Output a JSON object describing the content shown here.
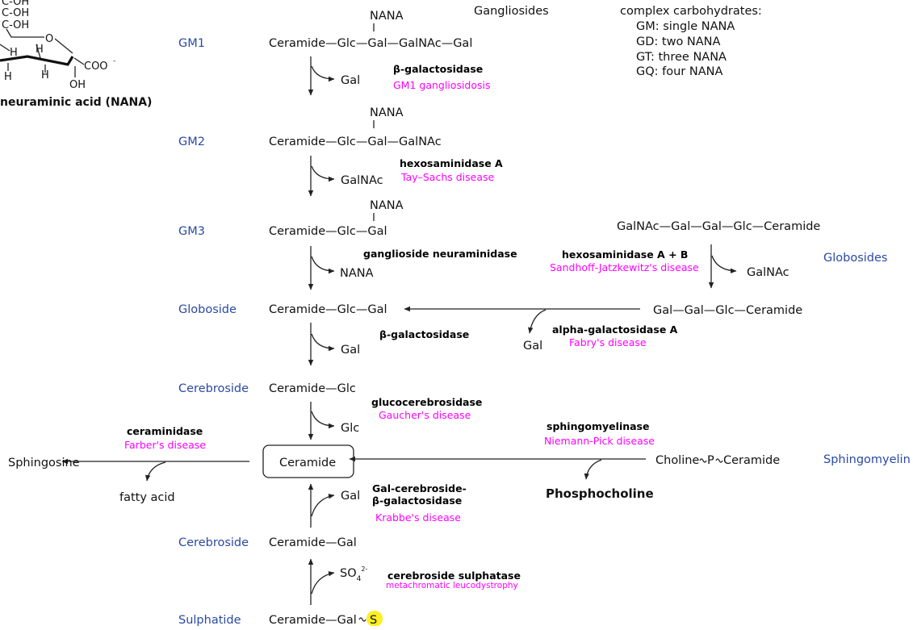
{
  "headers": {
    "gangliosides": "Gangliosides",
    "complex_title": "complex carbohydrates:",
    "complex_items": [
      "GM: single NANA",
      "GD: two NANA",
      "GT: three NANA",
      "GQ: four NANA"
    ]
  },
  "nana_structure": {
    "name": "neuraminic acid (NANA)",
    "labels": [
      "C-OH",
      "C-OH",
      "C-OH",
      "O",
      "H",
      "H",
      "H",
      "H",
      "COO",
      "-",
      "OH"
    ]
  },
  "classes": {
    "gm1": "GM1",
    "gm2": "GM2",
    "gm3": "GM3",
    "globoside": "Globoside",
    "cerebroside1": "Cerebroside",
    "cerebroside2": "Cerebroside",
    "sulphatide": "Sulphatide",
    "globosides": "Globosides",
    "sphingomyelin": "Sphingomyelin"
  },
  "molecules": {
    "nana1": "NANA",
    "gm1": "Ceramide—Glc—Gal—GalNAc—Gal",
    "nana2": "NANA",
    "gm2": "Ceramide—Glc—Gal—GalNAc",
    "nana3": "NANA",
    "gm3": "Ceramide—Glc—Gal",
    "globoside": "Ceramide—Glc—Gal",
    "cerebroside_glc": "Ceramide—Glc",
    "ceramide": "Ceramide",
    "cerebroside_gal": "Ceramide—Gal",
    "sulphatide": "Ceramide—Gal",
    "sulphatide_s": "S",
    "globosides": "GalNAc—Gal—Gal—Glc—Ceramide",
    "gal_gal_glc_cer": "Gal—Gal—Glc—Ceramide",
    "sphingomyelin": "Choline",
    "sphingomyelin_p": "P",
    "sphingomyelin_cer": "Ceramide",
    "sphingosine": "Sphingosine"
  },
  "enzymes": [
    {
      "name": "β-galactosidase",
      "disease": "GM1 gangliosidosis"
    },
    {
      "name": "hexosaminidase A",
      "disease": "Tay–Sachs disease"
    },
    {
      "name": "ganglioside neuraminidase",
      "disease": ""
    },
    {
      "name": "β-galactosidase",
      "disease": ""
    },
    {
      "name": "glucocerebrosidase",
      "disease": "Gaucher's disease"
    },
    {
      "name": "Gal-cerebroside-",
      "name2": "β-galactosidase",
      "disease": "Krabbe's disease"
    },
    {
      "name": "cerebroside sulphatase",
      "disease": "metachromatic leucodystrophy"
    },
    {
      "name": "hexosaminidase A + B",
      "disease": "Sandhoff-Jatzkewitz's disease"
    },
    {
      "name": "alpha-galactosidase A",
      "disease": "Fabry's disease"
    },
    {
      "name": "sphingomyelinase",
      "disease": "Niemann-Pick disease"
    },
    {
      "name": "ceraminidase",
      "disease": "Farber's disease"
    }
  ],
  "products": {
    "gal1": "Gal",
    "galnac1": "GalNAc",
    "nana_out": "NANA",
    "gal2": "Gal",
    "glc": "Glc",
    "gal3": "Gal",
    "so4": "SO",
    "so4_sub": "4",
    "so4_sup": "2-",
    "galnac2": "GalNAc",
    "gal4": "Gal",
    "phosphocholine": "Phosphocholine",
    "fatty_acid": "fatty acid"
  },
  "colors": {
    "class": "#2a4aa3",
    "disease": "#ff00ff",
    "highlight": "#ffee22"
  }
}
